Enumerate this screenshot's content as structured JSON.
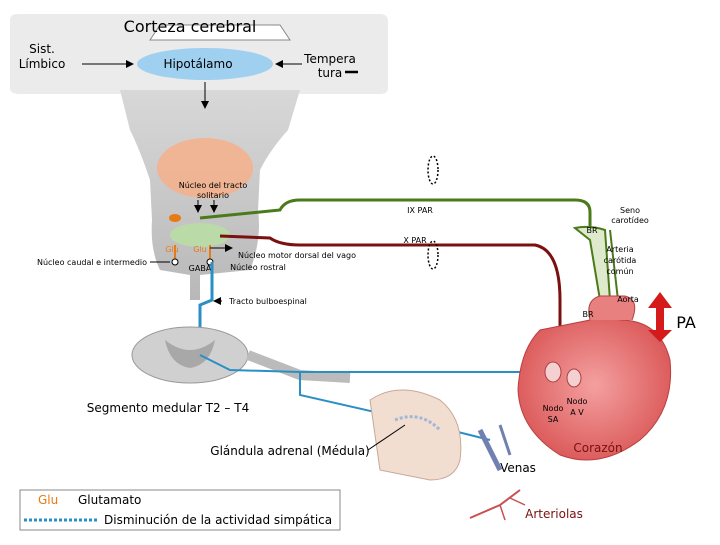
{
  "title": "Corteza cerebral",
  "labels": {
    "limbic": [
      "Sist.",
      "Límbico"
    ],
    "hypothalamus": "Hipotálamo",
    "temperature": [
      "Tempera",
      "tura"
    ],
    "nts": [
      "Núcleo del tracto",
      "solitario"
    ],
    "ix_par": "IX PAR",
    "x_par": "X PAR",
    "seno": [
      "Seno",
      "carotídeo"
    ],
    "br_top": "BR",
    "arteria": [
      "Arteria",
      "carótida",
      "común"
    ],
    "glu_left": "Glu",
    "glu_right": "Glu",
    "caudal": "Núcleo caudal e intermedio",
    "motor_vago": "Núcleo motor dorsal del vago",
    "gaba": "GABA",
    "rostral": "Núcleo rostral",
    "bulboespinal": "Tracto bulboespinal",
    "aorta": "Aorta",
    "br_bottom": "BR",
    "pa": "PA",
    "segmento": "Segmento medular T2 – T4",
    "nodo_sa": [
      "Nodo",
      "SA"
    ],
    "nodo_av": [
      "Nodo",
      "A V"
    ],
    "adrenal": "Glándula adrenal (Médula)",
    "corazon": "Corazón",
    "venas": "Venas",
    "arteriolas": "Arteriolas"
  },
  "legend": {
    "glu_abbr": "Glu",
    "glu_text": "Glutamato",
    "dashed_text": "Disminución de la actividad simpática"
  },
  "colors": {
    "green": "#4a7a1a",
    "darkred": "#7a1010",
    "blue": "#2a8fc4",
    "orange": "#e87a14",
    "red": "#d41a1a",
    "hypothalamus": "#9fd0f0",
    "nts": "#f4b08a",
    "heart": "#e86060"
  }
}
